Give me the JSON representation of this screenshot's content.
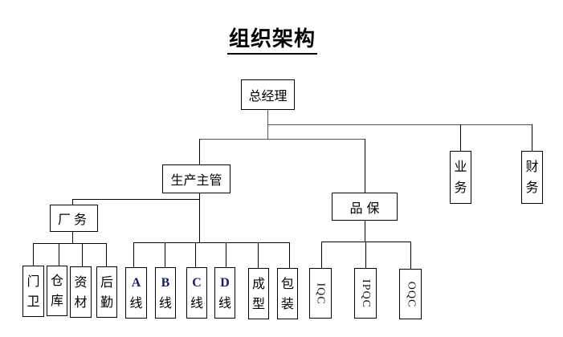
{
  "title": "组织架构",
  "nodes": {
    "gm": "总经理",
    "production_manager": "生产主管",
    "plant_affairs": "厂务",
    "quality": "品 保",
    "business": [
      "业",
      "务"
    ],
    "finance": [
      "财",
      "务"
    ],
    "plant_children": [
      [
        "门",
        "卫"
      ],
      [
        "仓",
        "库"
      ],
      [
        "资",
        "材"
      ],
      [
        "后",
        "勤"
      ]
    ],
    "production_children": [
      [
        "A",
        "线"
      ],
      [
        "B",
        "线"
      ],
      [
        "C",
        "线"
      ],
      [
        "D",
        "线"
      ],
      [
        "成",
        "型"
      ],
      [
        "包",
        "装"
      ]
    ],
    "quality_children": [
      "IQC",
      "IPQC",
      "OQC"
    ]
  }
}
